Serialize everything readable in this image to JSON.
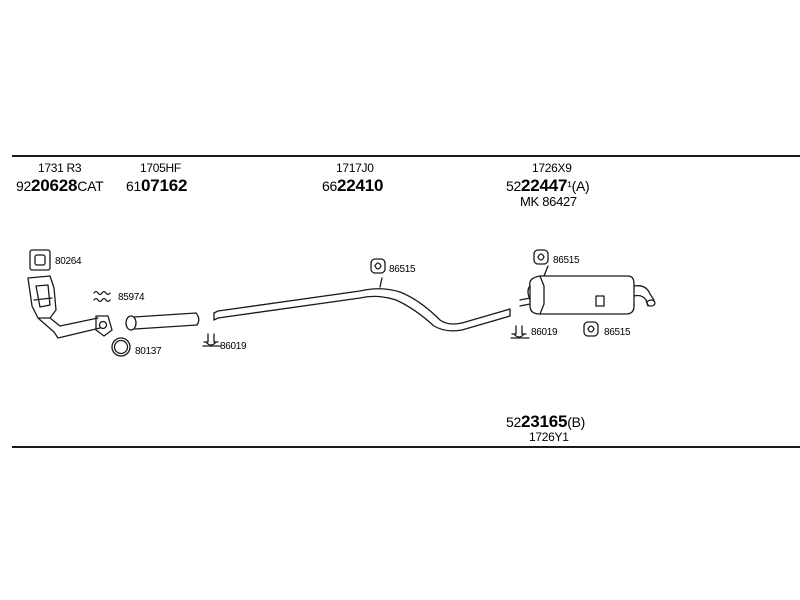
{
  "groups": [
    {
      "ref": "1731 R3",
      "prefix": "92",
      "main": "20628",
      "suffix": "CAT"
    },
    {
      "ref": "1705HF",
      "prefix": "61",
      "main": "07162",
      "suffix": ""
    },
    {
      "ref": "1717J0",
      "prefix": "66",
      "main": "22410",
      "suffix": ""
    },
    {
      "ref": "1726X9",
      "prefix": "52",
      "main": "22447",
      "suffix": "¹(A)",
      "extra": "MK  86427"
    }
  ],
  "bottom_group": {
    "prefix": "52",
    "main": "23165",
    "suffix": "(B)",
    "ref": "1726Y1"
  },
  "callouts": {
    "gasket_square": "80264",
    "springs": "85974",
    "ring": "80137",
    "clamp_1": "86019",
    "hanger_mid": "86515",
    "hanger_rear_top": "86515",
    "clamp_2": "86019",
    "hanger_rear_bottom": "86515"
  }
}
